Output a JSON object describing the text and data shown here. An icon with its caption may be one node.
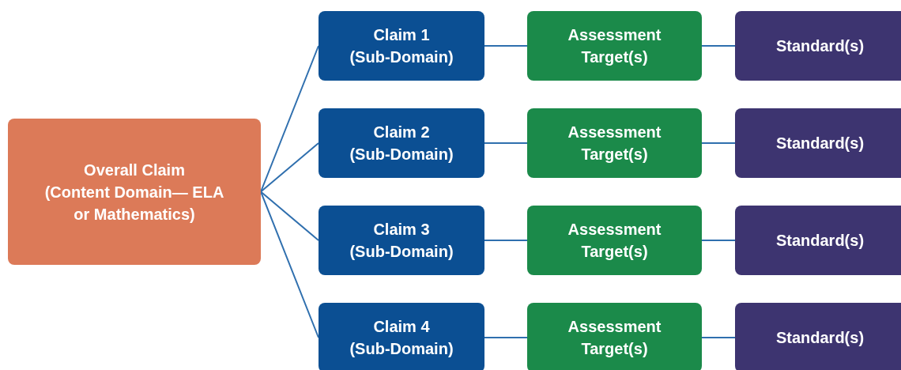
{
  "diagram": {
    "nodes": [
      {
        "text": [
          "Overall Claim",
          "(Content Domain— ELA or Mathematics)"
        ]
      },
      {
        "text": [
          "Claim 1",
          "(Sub-Domain)"
        ]
      },
      {
        "text": [
          "Assessment Target(s)"
        ]
      },
      {
        "text": [
          "Standard(s)"
        ]
      },
      {
        "text": [
          "Claim 2",
          "(Sub-Domain)"
        ]
      },
      {
        "text": [
          "Assessment Target(s)"
        ]
      },
      {
        "text": [
          "Standard(s)"
        ]
      },
      {
        "text": [
          "Claim 3",
          "(Sub-Domain)"
        ]
      },
      {
        "text": [
          "Assessment Target(s)"
        ]
      },
      {
        "text": [
          "Standard(s)"
        ]
      },
      {
        "text": [
          "Claim 4",
          "(Sub-Domain)"
        ]
      },
      {
        "text": [
          "Assessment Target(s)"
        ]
      },
      {
        "text": [
          "Standard(s)"
        ]
      }
    ],
    "edges": [
      {
        "from": 0,
        "to": 1,
        "arrow": "none"
      },
      {
        "from": 0,
        "to": 4,
        "arrow": "none"
      },
      {
        "from": 0,
        "to": 7,
        "arrow": "none"
      },
      {
        "from": 0,
        "to": 10,
        "arrow": "none"
      },
      {
        "from": 1,
        "to": 2,
        "arrow": "none"
      },
      {
        "from": 2,
        "to": 3,
        "arrow": "none"
      },
      {
        "from": 4,
        "to": 5,
        "arrow": "none"
      },
      {
        "from": 5,
        "to": 6,
        "arrow": "none"
      },
      {
        "from": 7,
        "to": 8,
        "arrow": "none"
      },
      {
        "from": 8,
        "to": 9,
        "arrow": "none"
      },
      {
        "from": 10,
        "to": 11,
        "arrow": "none"
      },
      {
        "from": 11,
        "to": 12,
        "arrow": "none"
      }
    ]
  }
}
